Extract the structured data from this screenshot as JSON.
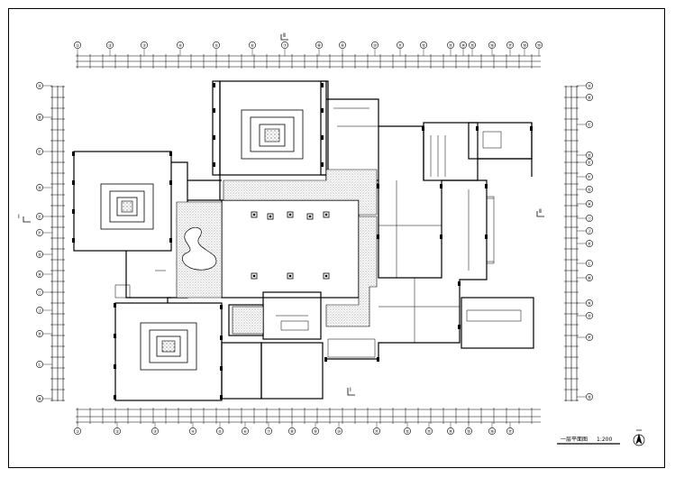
{
  "drawing": {
    "title": "一层平面图",
    "scale": "1:200",
    "column_marks_top": [
      "①",
      "②",
      "③",
      "④",
      "⑤",
      "⑥",
      "⑦",
      "⑧",
      "⑨",
      "⑩",
      "⑪",
      "⑫",
      "⑬",
      "⑭",
      "⑮",
      "⑯",
      "⑰",
      "⑱",
      "⑲"
    ],
    "column_marks_bottom": [
      "①",
      "②",
      "③",
      "④",
      "⑤",
      "⑥",
      "⑦",
      "⑧",
      "⑨",
      "⑩",
      "⑪",
      "⑫",
      "⑬",
      "⑭",
      "⑮",
      "⑯",
      "⑰"
    ],
    "row_marks_left": [
      "Ⓐ",
      "Ⓑ",
      "Ⓒ",
      "Ⓓ",
      "Ⓔ",
      "Ⓕ",
      "Ⓖ",
      "Ⓗ",
      "Ⓘ",
      "Ⓙ",
      "Ⓚ",
      "Ⓛ",
      "Ⓜ"
    ],
    "row_marks_right": [
      "Ⓐ",
      "Ⓑ",
      "Ⓒ",
      "Ⓓ",
      "Ⓔ",
      "Ⓕ",
      "Ⓖ",
      "Ⓗ",
      "Ⓘ",
      "Ⓙ",
      "Ⓚ",
      "Ⓛ",
      "Ⓜ",
      "Ⓝ",
      "Ⓞ",
      "Ⓟ",
      "Ⓠ"
    ],
    "section_marks": [
      "Ⅱ",
      "Ⅰ",
      "Ⅰ",
      "Ⅱ"
    ]
  }
}
